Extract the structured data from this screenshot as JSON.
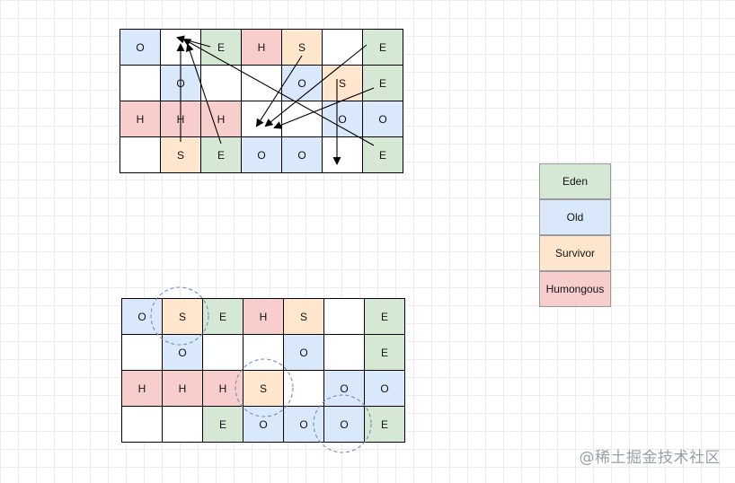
{
  "colors": {
    "E": "#d5e8d4",
    "O": "#dae8fc",
    "S": "#ffe6cc",
    "H": "#f8cecc",
    "empty": "#ffffff",
    "highlight_circle": "#6c8ebf"
  },
  "before_grid": [
    [
      "O",
      "",
      "E",
      "H",
      "S",
      "",
      "E"
    ],
    [
      "",
      "O",
      "",
      "",
      "O",
      "S",
      "E"
    ],
    [
      "H",
      "H",
      "H",
      "",
      "",
      "O",
      "O"
    ],
    [
      "",
      "S",
      "E",
      "O",
      "O",
      "",
      "E"
    ]
  ],
  "after_grid": [
    [
      "O",
      "S",
      "E",
      "H",
      "S",
      "",
      "E"
    ],
    [
      "",
      "O",
      "",
      "",
      "O",
      "",
      "E"
    ],
    [
      "H",
      "H",
      "H",
      "S",
      "",
      "O",
      "O"
    ],
    [
      "",
      "",
      "E",
      "O",
      "O",
      "O",
      "E"
    ]
  ],
  "legend": [
    {
      "key": "E",
      "label": "Eden"
    },
    {
      "key": "O",
      "label": "Old"
    },
    {
      "key": "S",
      "label": "Survivor"
    },
    {
      "key": "H",
      "label": "Humongous"
    }
  ],
  "watermark": "@稀土掘金技术社区"
}
